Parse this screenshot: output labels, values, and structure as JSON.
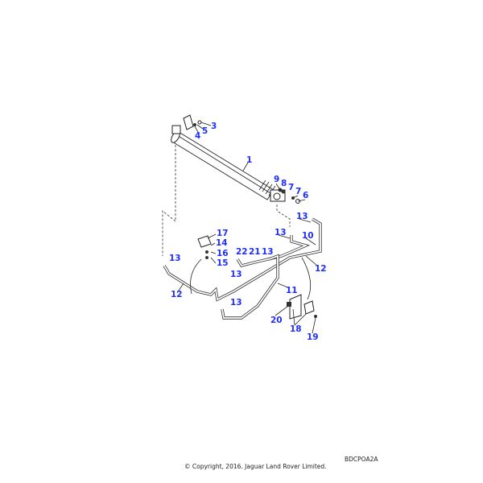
{
  "diagram_code": "BDCPOA2A",
  "copyright": "© Copyright, 2016. Jaguar Land Rover Limited.",
  "callouts": [
    "1",
    "3",
    "4",
    "5",
    "9",
    "8",
    "7",
    "7",
    "6",
    "13",
    "13",
    "10",
    "12",
    "17",
    "14",
    "16",
    "15",
    "22",
    "21",
    "13",
    "13",
    "13",
    "12",
    "11",
    "13",
    "20",
    "18",
    "19"
  ]
}
